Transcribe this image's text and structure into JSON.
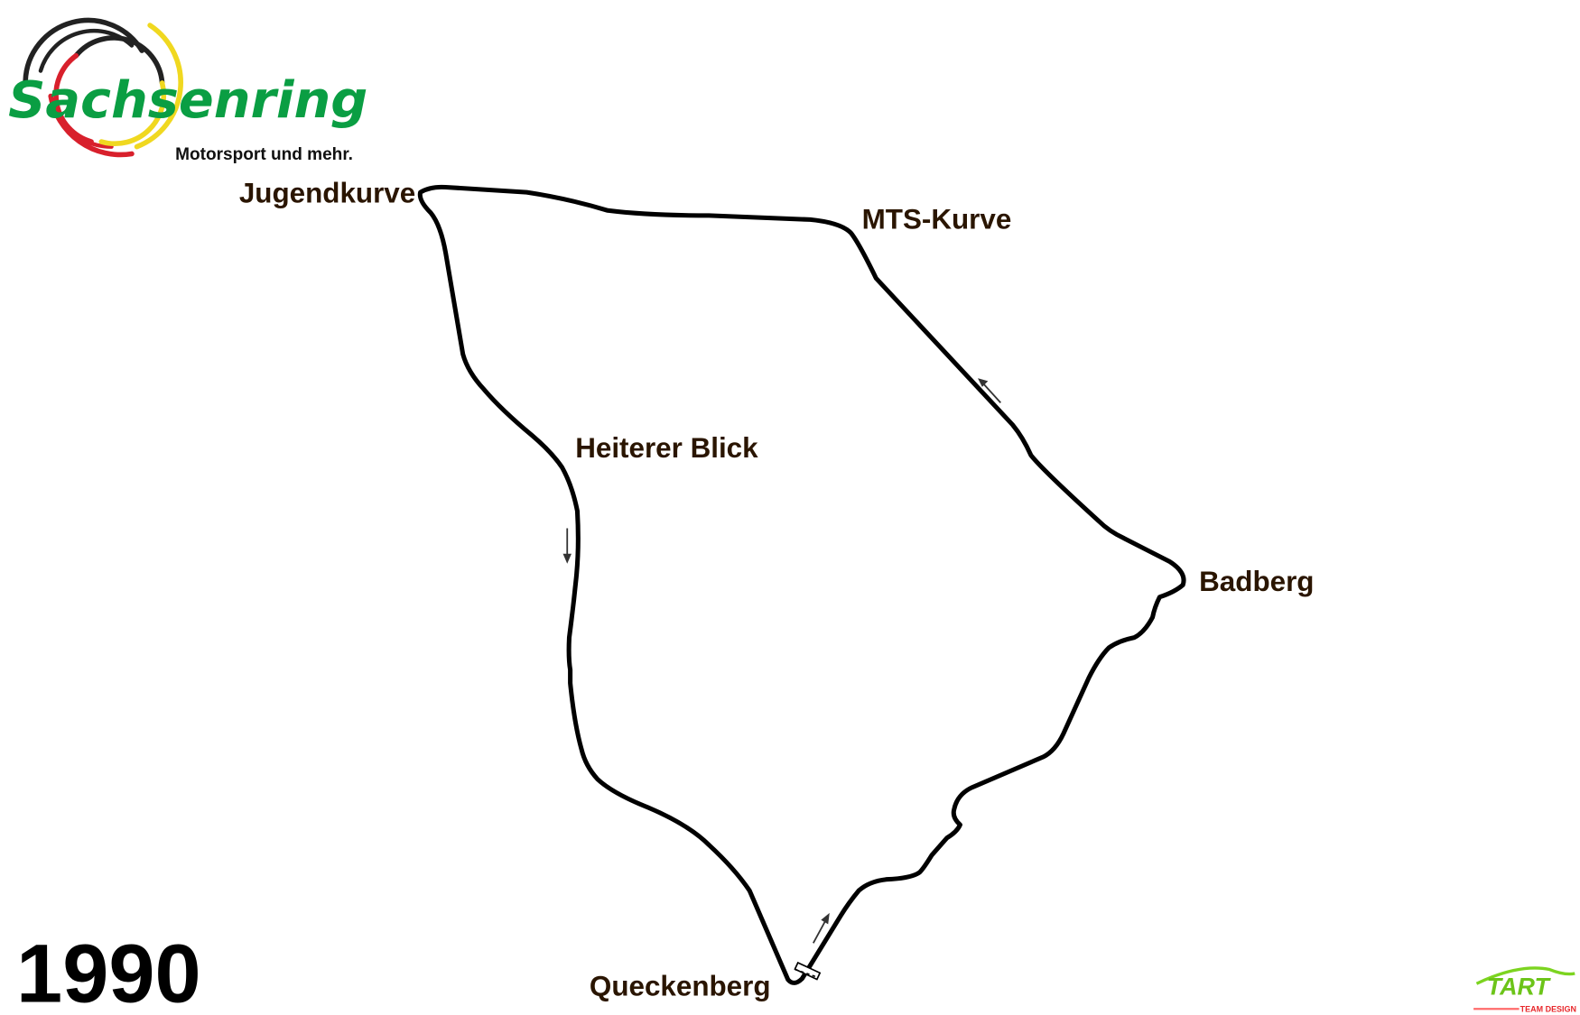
{
  "logo": {
    "name": "Sachsenring",
    "tagline": "Motorsport und mehr."
  },
  "year": "1990",
  "corners": {
    "jugendkurve": "Jugendkurve",
    "mts_kurve": "MTS-Kurve",
    "heiterer_blick": "Heiterer Blick",
    "badberg": "Badberg",
    "queckenberg": "Queckenberg"
  },
  "credit_logo": {
    "name": "TART",
    "sub": "TEAM DESIGN"
  },
  "colors": {
    "track": "#000000",
    "label": "#2a1500",
    "logo_green": "#0a9e43",
    "logo_red": "#d8202c",
    "logo_yellow": "#f0d820"
  }
}
